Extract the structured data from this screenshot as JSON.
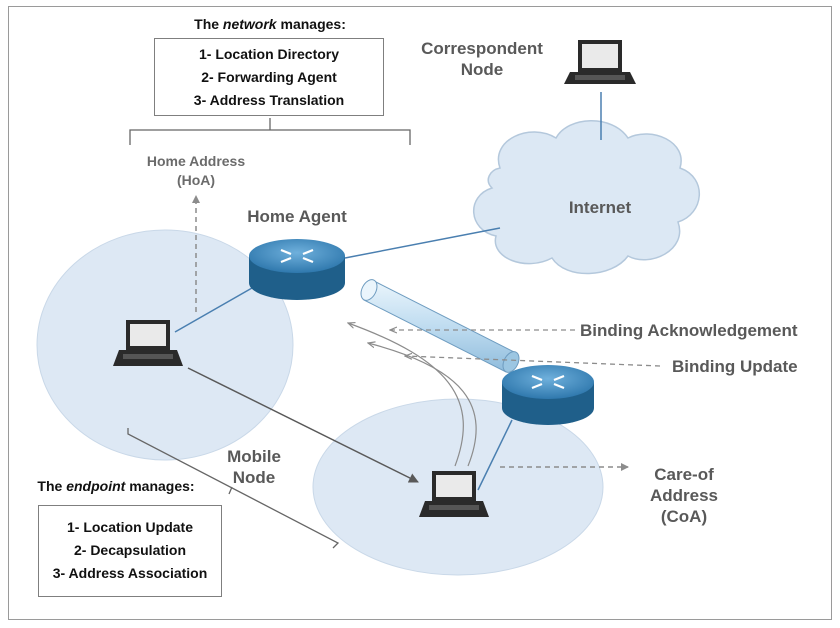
{
  "network_manages": {
    "prefix": "The",
    "emphasis": "network",
    "suffix": "manages:",
    "items": [
      "1- Location Directory",
      "2- Forwarding Agent",
      "3- Address Translation"
    ]
  },
  "endpoint_manages": {
    "prefix": "The",
    "emphasis": "endpoint",
    "suffix": "manages:",
    "items": [
      "1- Location Update",
      "2- Decapsulation",
      "3- Address Association"
    ]
  },
  "nodes": {
    "correspondent_node": [
      "Correspondent",
      "Node"
    ],
    "internet": "Internet",
    "home_agent": "Home Agent",
    "home_address": [
      "Home Address",
      "(HoA)"
    ],
    "mobile_node": [
      "Mobile",
      "Node"
    ],
    "care_of_address": [
      "Care-of",
      "Address",
      "(CoA)"
    ]
  },
  "messages": {
    "binding_ack": "Binding Acknowledgement",
    "binding_update": "Binding Update"
  },
  "colors": {
    "cloud_fill": "#dce8f4",
    "cloud_stroke": "#b4c8dc",
    "router_top": "#4a8fbf",
    "router_side": "#1f5f8a",
    "link_line": "#4a7fb0",
    "tunnel_fill": "#cfe6f7"
  }
}
